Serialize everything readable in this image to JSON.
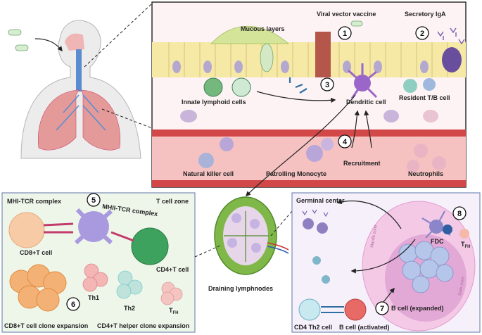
{
  "labels": {
    "mucous_layers": "Mucous layers",
    "viral_vector_vaccine": "Viral vector vaccine",
    "secretory_iga": "Secretory IgA",
    "innate_lymphoid": "Innate lymphoid cells",
    "dendritic_cell": "Dendritic cell",
    "resident_tb": "Resident T/B cell",
    "natural_killer": "Natural killer cell",
    "patrolling_monocyte": "Patrolling Monocyte",
    "recruitment": "Recruitment",
    "neutrophils": "Neutrophils",
    "draining_lymph": "Draining lymphnodes",
    "mhi_tcr": "MHI-TCR complex",
    "mhii_tcr": "MHII-TCR complex",
    "t_cell_zone": "T cell zone",
    "cd8": "CD8+T cell",
    "cd4": "CD4+T cell",
    "th1": "Th1",
    "th2": "Th2",
    "tfh": "T",
    "tfh_sub": "FH",
    "cd8_clone": "CD8+T cell clone expansion",
    "cd4_clone": "CD4+T helper clone expansion",
    "germinal_center": "Germinal center",
    "fdc": "FDC",
    "b_expanded": "B cell (expanded)",
    "cd4_th2": "CD4 Th2 cell",
    "b_activated": "B cell (activated)",
    "mantle_zone": "Mantle zone",
    "dark_zone": "Dark zone"
  },
  "steps": [
    "1",
    "2",
    "3",
    "4",
    "5",
    "6",
    "7",
    "8"
  ],
  "colors": {
    "lung": "#e9a2a2",
    "vessel": "#e26a6a",
    "panel_top_bg": "#fdf2f4",
    "panel_left_bg": "#eef6ea",
    "panel_right_bg": "#f6f0fb",
    "panel_border": "#7a8bb5"
  }
}
